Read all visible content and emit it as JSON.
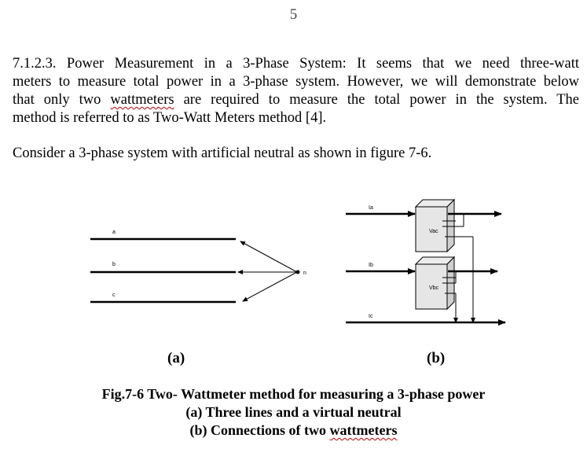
{
  "page_number": "5",
  "paragraph1": {
    "line1": "7.1.2.3. Power Measurement in a 3-Phase System: It seems that we need three-watt",
    "line2": "meters to measure total power in a 3-phase system.  However, we will demonstrate below",
    "line3_pre": "that only two ",
    "line3_word": "wattmeters",
    "line3_post": " are required to measure the total power in the system.  The",
    "line4": "method is referred to as Two-Watt Meters method [4]."
  },
  "paragraph2": "Consider a 3-phase system with artificial neutral as shown in figure 7-6.",
  "figure": {
    "a_labels": {
      "line_a": "a",
      "line_b": "b",
      "line_c": "c",
      "neutral": "n"
    },
    "b_labels": {
      "ia": "Ia",
      "ib": "Ib",
      "ic": "Ic",
      "vac": "Vac",
      "vbc": "Vbc"
    },
    "sublabel_a": "(a)",
    "sublabel_b": "(b)",
    "caption_line1": "Fig.7-6 Two- Wattmeter method for measuring  a 3-phase power",
    "caption_line2": "(a) Three lines and a virtual neutral",
    "caption_line3_pre": "(b) Connections of two ",
    "caption_line3_word": "wattmeters"
  }
}
